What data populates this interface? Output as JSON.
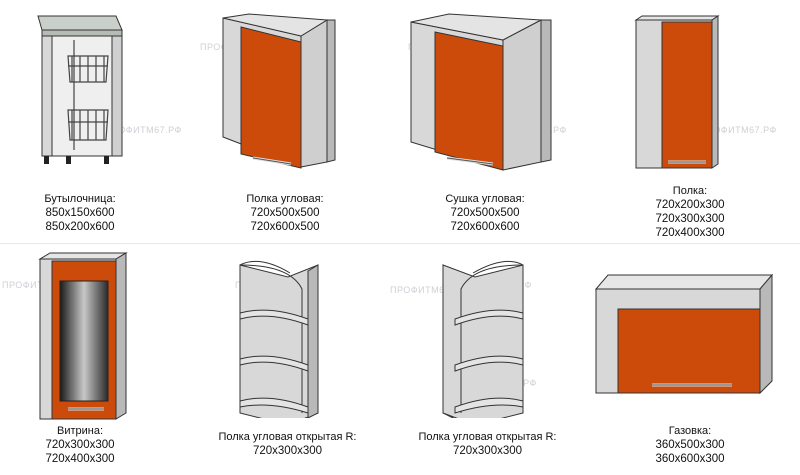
{
  "watermark": "ПРОФИТМ67.РФ",
  "colors": {
    "front": "#cc4b0b",
    "front_dark": "#a83c06",
    "body": "#d4d4d4",
    "body_dark": "#a9a9a9",
    "outline": "#333333"
  },
  "items": [
    {
      "title": "Бутылочница:",
      "sizes": [
        "850х150х600",
        "850х200х600"
      ]
    },
    {
      "title": "Полка угловая:",
      "sizes": [
        "720х500х500",
        "720х600х500"
      ]
    },
    {
      "title": "Сушка угловая:",
      "sizes": [
        "720х500х500",
        "720х600х600"
      ]
    },
    {
      "title": "Полка:",
      "sizes": [
        "720х200х300",
        "720х300х300",
        "720х400х300"
      ]
    },
    {
      "title": "Витрина:",
      "sizes": [
        "720х300х300",
        "720х400х300"
      ]
    },
    {
      "title": "Полка угловая открытая R:",
      "sizes": [
        "720х300х300"
      ]
    },
    {
      "title": "Полка угловая открытая R:",
      "sizes": [
        "720х300х300"
      ]
    },
    {
      "title": "Газовка:",
      "sizes": [
        "360х500х300",
        "360х600х300"
      ]
    }
  ]
}
